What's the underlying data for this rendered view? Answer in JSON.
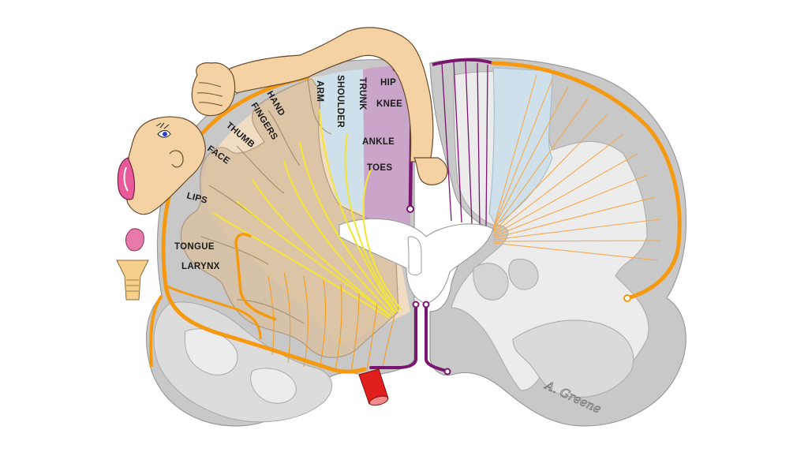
{
  "diagram": {
    "labels": {
      "hip": "HIP",
      "trunk": "TRUNK",
      "knee": "KNEE",
      "shoulder": "SHOULDER",
      "arm": "ARM",
      "hand": "HAND",
      "fingers": "FINGERS",
      "thumb": "THUMB",
      "face": "FACE",
      "ankle": "ANKLE",
      "toes": "TOES",
      "lips": "LIPS",
      "tongue": "TONGUE",
      "larynx": "LARYNX"
    },
    "signature": "A. Greene"
  },
  "colors": {
    "gray_matter": "#c8c8c8",
    "white_matter": "#e8e8e8",
    "motor_tan": "#d9c2a3",
    "motor_light": "#f0dcc2",
    "leg_region": "#c9a6c9",
    "shoulder_region": "#cfe0ea",
    "anterior_cerebral_artery": "#7a1570",
    "middle_cerebral_artery": "#f59a10",
    "internal_carotid": "#e01e1e",
    "tract_fibers": "#f2e632",
    "skin": "#f4d2a4"
  }
}
